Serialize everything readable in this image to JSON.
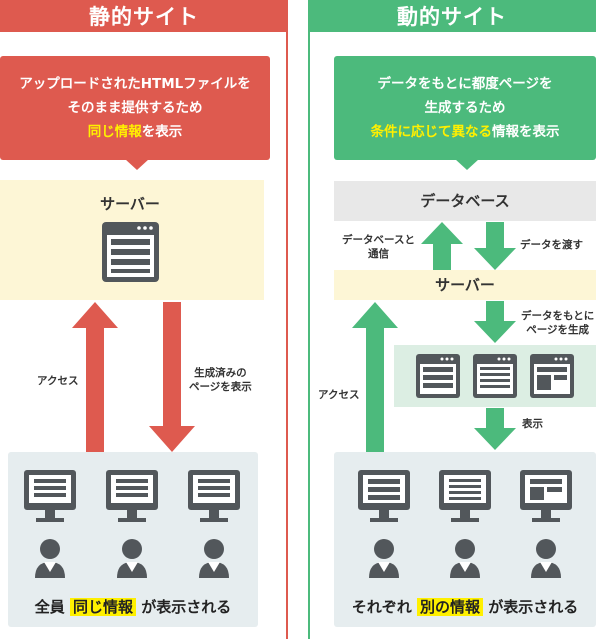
{
  "left": {
    "title": "静的サイト",
    "callout": {
      "line1": "アップロードされたHTMLファイルを",
      "line2": "そのまま提供するため",
      "highlight": "同じ情報",
      "after": "を表示"
    },
    "server_label": "サーバー",
    "up_label": "アクセス",
    "down_label_1": "生成済みの",
    "down_label_2": "ページを表示",
    "bottom": {
      "prefix": "全員",
      "highlight": "同じ情報",
      "suffix": "が表示される"
    }
  },
  "right": {
    "title": "動的サイト",
    "callout": {
      "line1": "データをもとに都度ページを",
      "line2": "生成するため",
      "highlight": "条件に応じて異なる",
      "after": "情報を表示"
    },
    "db_label": "データベース",
    "db_comm_1": "データベースと",
    "db_comm_2": "通信",
    "db_pass": "データを渡す",
    "server_label": "サーバー",
    "gen_1": "データをもとに",
    "gen_2": "ページを生成",
    "show": "表示",
    "access": "アクセス",
    "bottom": {
      "prefix": "それぞれ",
      "highlight": "別の情報",
      "suffix": "が表示される"
    }
  },
  "colors": {
    "red": "#de5a4f",
    "green": "#4cba7c",
    "yellow_bg": "#fdf6d6",
    "grey_bg": "#e8e8e8",
    "bottom_bg": "#e6edef",
    "mint_bg": "#dceee3",
    "icon": "#52575b",
    "highlight": "#fff000"
  }
}
